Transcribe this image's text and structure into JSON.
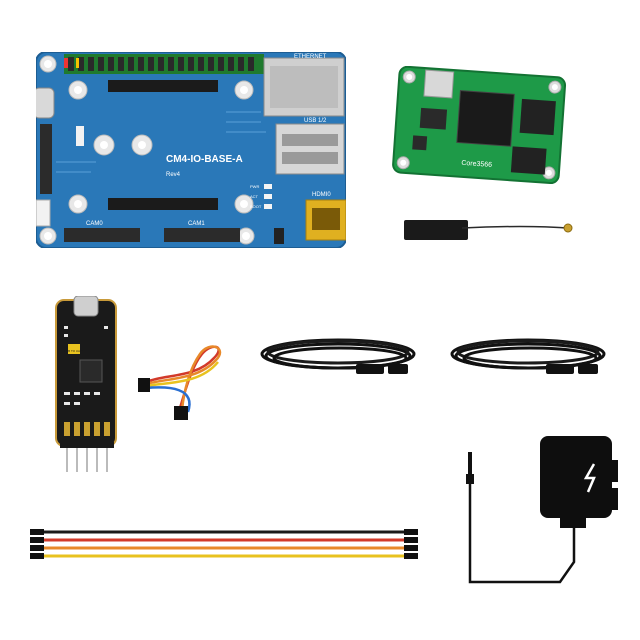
{
  "base_board": {
    "title": "CM4-IO-BASE-A",
    "revision": "Rev4",
    "ethernet_label": "ETHERNET",
    "usb_label": "USB 1/2",
    "hdmi_label": "HDMI0",
    "cam0_label": "CAM0",
    "cam1_label": "CAM1",
    "led_labels": [
      "PWR",
      "ACT",
      "BOOT"
    ],
    "color_board": "#2a78b8",
    "color_header": "#1f7a2e"
  },
  "core_module": {
    "label": "Core3566",
    "color_pcb": "#1e9a48"
  },
  "usb_uart_board": {
    "label": "USB TO UART"
  },
  "colors": {
    "cable_black": "#111111",
    "wire_red": "#d23a2a",
    "wire_orange": "#e8892a",
    "wire_yellow": "#e8c21f",
    "wire_blue": "#2a6fd1",
    "wire_black": "#1a1a1a"
  }
}
